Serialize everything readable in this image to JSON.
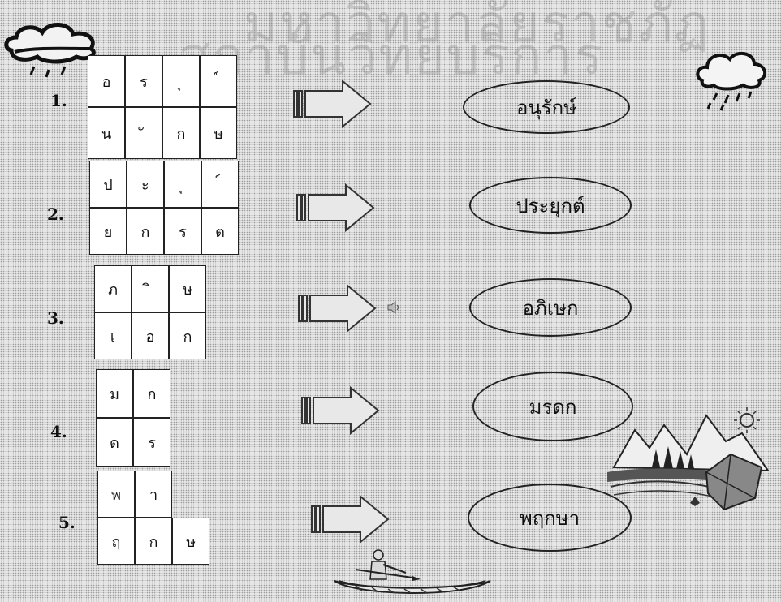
{
  "watermark": {
    "line1": "มหาวิทยาลัยราชภัฏ",
    "line2": "สถาบันวิทยบริการ"
  },
  "items": [
    {
      "number": "1.",
      "cells": [
        "อ",
        "ร",
        "ุ",
        "์",
        "น",
        "ั",
        "ก",
        "ษ"
      ],
      "answer": "อนุรักษ์"
    },
    {
      "number": "2.",
      "cells": [
        "ป",
        "ะ",
        "ุ",
        "์",
        "ย",
        "ก",
        "ร",
        "ต"
      ],
      "answer": "ประยุกต์"
    },
    {
      "number": "3.",
      "cells": [
        "ภ",
        "ิ",
        "ษ",
        "เ",
        "อ",
        "ก"
      ],
      "answer": "อภิเษก"
    },
    {
      "number": "4.",
      "cells": [
        "ม",
        "ก",
        "ด",
        "ร"
      ],
      "answer": "มรดก"
    },
    {
      "number": "5.",
      "cells": [
        "พ",
        "า",
        "",
        "ฤ",
        "ก",
        "ษ"
      ],
      "answer": "พฤกษา"
    }
  ],
  "icons": [
    "rain-cloud-icon",
    "rain-cloud-icon",
    "right-arrow-icon",
    "speaker-icon",
    "camp-scene-icon",
    "canoe-icon"
  ]
}
